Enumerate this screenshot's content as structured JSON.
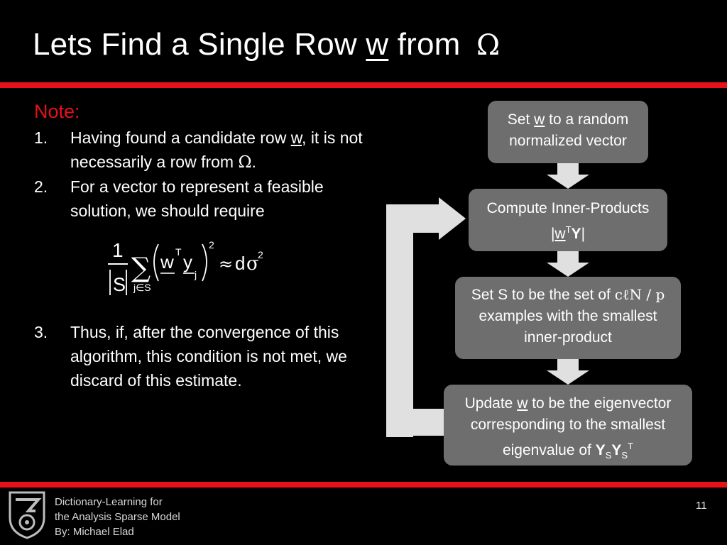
{
  "slide": {
    "title_prefix": "Lets Find a Single Row ",
    "title_var": "w",
    "title_mid": " from ",
    "title_symbol": "Ω",
    "note_heading": "Note:",
    "items": [
      {
        "num": "1.",
        "a": "Having found a candidate row ",
        "var": "w",
        "b": ", it is not necessarily a row from ",
        "sym": "Ω",
        "c": "."
      },
      {
        "num": "2.",
        "text": "For a vector to represent a feasible solution, we should require"
      },
      {
        "num": "3.",
        "text": "Thus, if, after the convergence of this algorithm, this condition is not met, we discard of this estimate."
      }
    ],
    "formula": {
      "numerator": "1",
      "denominator": "S",
      "sum_index": "j∈S",
      "w": "w",
      "T": "T",
      "y": "y",
      "j": "j",
      "exp": "2",
      "approx": "≈",
      "d": "d",
      "sigma": "σ",
      "sigma_exp": "2"
    },
    "flow": {
      "box1": {
        "a": "Set ",
        "var": "w",
        "b": " to a random normalized vector"
      },
      "box2": {
        "line1": "Compute Inner-Products",
        "pipe_open": "|",
        "var": "w",
        "sup": "T",
        "bold": "Y",
        "pipe_close": "|"
      },
      "box3": {
        "a": "Set S to be the set of ",
        "formula": "cℓN / p",
        "b": "examples with the smallest inner-product"
      },
      "box4": {
        "a": "Update ",
        "var": "w",
        "b": " to be the eigenvector corresponding to the smallest eigenvalue of ",
        "y1": "Y",
        "s1": "S",
        "y2": "Y",
        "s2": "S",
        "sup": "T"
      }
    },
    "footer": {
      "line1": "Dictionary-Learning  for",
      "line2": "the Analysis Sparse Model",
      "line3": "By: Michael Elad",
      "page": "11"
    },
    "colors": {
      "accent_red": "#e8101a",
      "box_gray": "#6e6e6e",
      "arrow_light": "#e0e0e0"
    }
  }
}
